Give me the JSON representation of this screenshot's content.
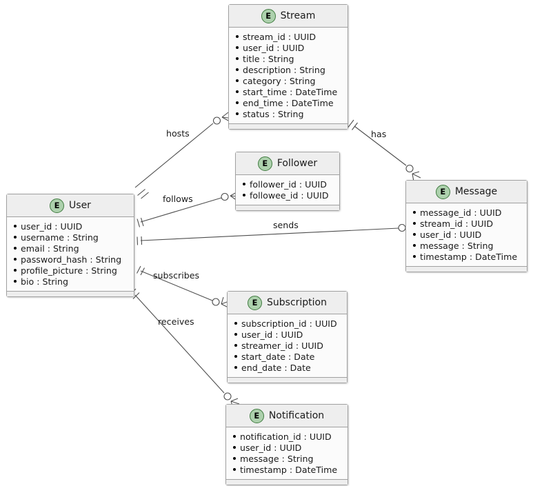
{
  "diagram": {
    "kind": "entity-relationship-diagram",
    "badge_letter": "E",
    "colors": {
      "entity_fill": "#fbfbfb",
      "entity_header_fill": "#eeeeee",
      "entity_border": "#a0a0a0",
      "badge_fill": "#add1ad",
      "badge_border": "#3f7a3f",
      "line": "#4d4d4d",
      "text": "#1a1a1a",
      "background": "#ffffff"
    }
  },
  "entities": {
    "stream": {
      "title": "Stream",
      "attributes": [
        "stream_id : UUID",
        "user_id : UUID",
        "title : String",
        "description : String",
        "category : String",
        "start_time : DateTime",
        "end_time : DateTime",
        "status : String"
      ]
    },
    "follower": {
      "title": "Follower",
      "attributes": [
        "follower_id : UUID",
        "followee_id : UUID"
      ]
    },
    "message": {
      "title": "Message",
      "attributes": [
        "message_id : UUID",
        "stream_id : UUID",
        "user_id : UUID",
        "message : String",
        "timestamp : DateTime"
      ]
    },
    "user": {
      "title": "User",
      "attributes": [
        "user_id : UUID",
        "username : String",
        "email : String",
        "password_hash : String",
        "profile_picture : String",
        "bio : String"
      ]
    },
    "subscription": {
      "title": "Subscription",
      "attributes": [
        "subscription_id : UUID",
        "user_id : UUID",
        "streamer_id : UUID",
        "start_date : Date",
        "end_date : Date"
      ]
    },
    "notification": {
      "title": "Notification",
      "attributes": [
        "notification_id : UUID",
        "user_id : UUID",
        "message : String",
        "timestamp : DateTime"
      ]
    }
  },
  "relationships": [
    {
      "label": "hosts",
      "from": "User",
      "to": "Stream",
      "from_cardinality": "exactly-one",
      "to_cardinality": "zero-or-many"
    },
    {
      "label": "has",
      "from": "Stream",
      "to": "Message",
      "from_cardinality": "exactly-one",
      "to_cardinality": "zero-or-many"
    },
    {
      "label": "follows",
      "from": "User",
      "to": "Follower",
      "from_cardinality": "exactly-one",
      "to_cardinality": "zero-or-many"
    },
    {
      "label": "sends",
      "from": "User",
      "to": "Message",
      "from_cardinality": "exactly-one",
      "to_cardinality": "zero-or-many"
    },
    {
      "label": "subscribes",
      "from": "User",
      "to": "Subscription",
      "from_cardinality": "exactly-one",
      "to_cardinality": "zero-or-many"
    },
    {
      "label": "receives",
      "from": "User",
      "to": "Notification",
      "from_cardinality": "exactly-one",
      "to_cardinality": "zero-or-many"
    }
  ]
}
